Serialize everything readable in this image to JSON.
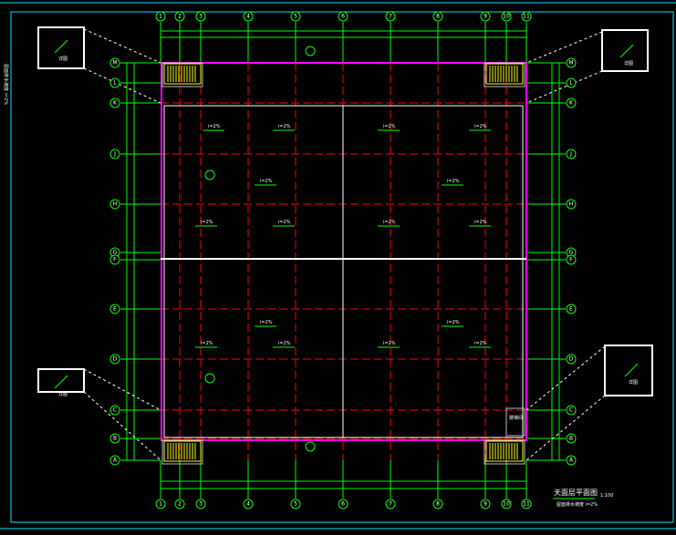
{
  "drawing": {
    "title": "天面层平面图",
    "scale": "1:100",
    "note": "屋面排水坡度 i=2%",
    "colors": {
      "frame": "#00e5ff",
      "grid": "#00ff00",
      "axis": "#ff0000",
      "wall": "#ff00ff",
      "outline": "#ffffff",
      "stair": "#ffff00"
    },
    "column_axes": [
      "1",
      "2",
      "3",
      "4",
      "5",
      "6",
      "7",
      "8",
      "9",
      "10",
      "11"
    ],
    "row_axes": [
      "M",
      "L",
      "K",
      "J",
      "H",
      "G",
      "F",
      "E",
      "D",
      "C",
      "B",
      "A"
    ],
    "slope_label": "i=2%",
    "stair_label": "楼梯间",
    "detail_label": "详图"
  }
}
